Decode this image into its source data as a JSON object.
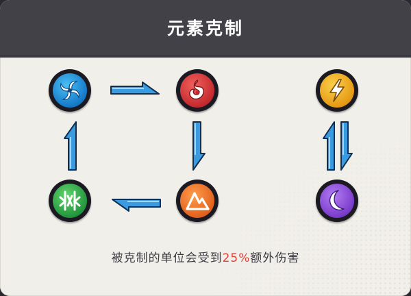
{
  "header": {
    "title": "元素克制"
  },
  "colors": {
    "wind": "#1e8fd8",
    "fire": "#d43a3a",
    "thunder": "#e8a71c",
    "earth": "#e8702a",
    "wood": "#2ea84c",
    "moon": "#8a44d8",
    "arrow": "#3a9be0",
    "highlight": "#e0403a"
  },
  "elements": [
    {
      "key": "wind",
      "icon": "wind-swirl-icon"
    },
    {
      "key": "fire",
      "icon": "fire-rune-icon"
    },
    {
      "key": "thunder",
      "icon": "lightning-icon"
    },
    {
      "key": "wood",
      "icon": "wood-glyph-icon"
    },
    {
      "key": "earth",
      "icon": "mountain-icon"
    },
    {
      "key": "moon",
      "icon": "crescent-moon-icon"
    }
  ],
  "footer": {
    "before": "被克制的单位会受到",
    "value": "25%",
    "after": "额外伤害"
  }
}
